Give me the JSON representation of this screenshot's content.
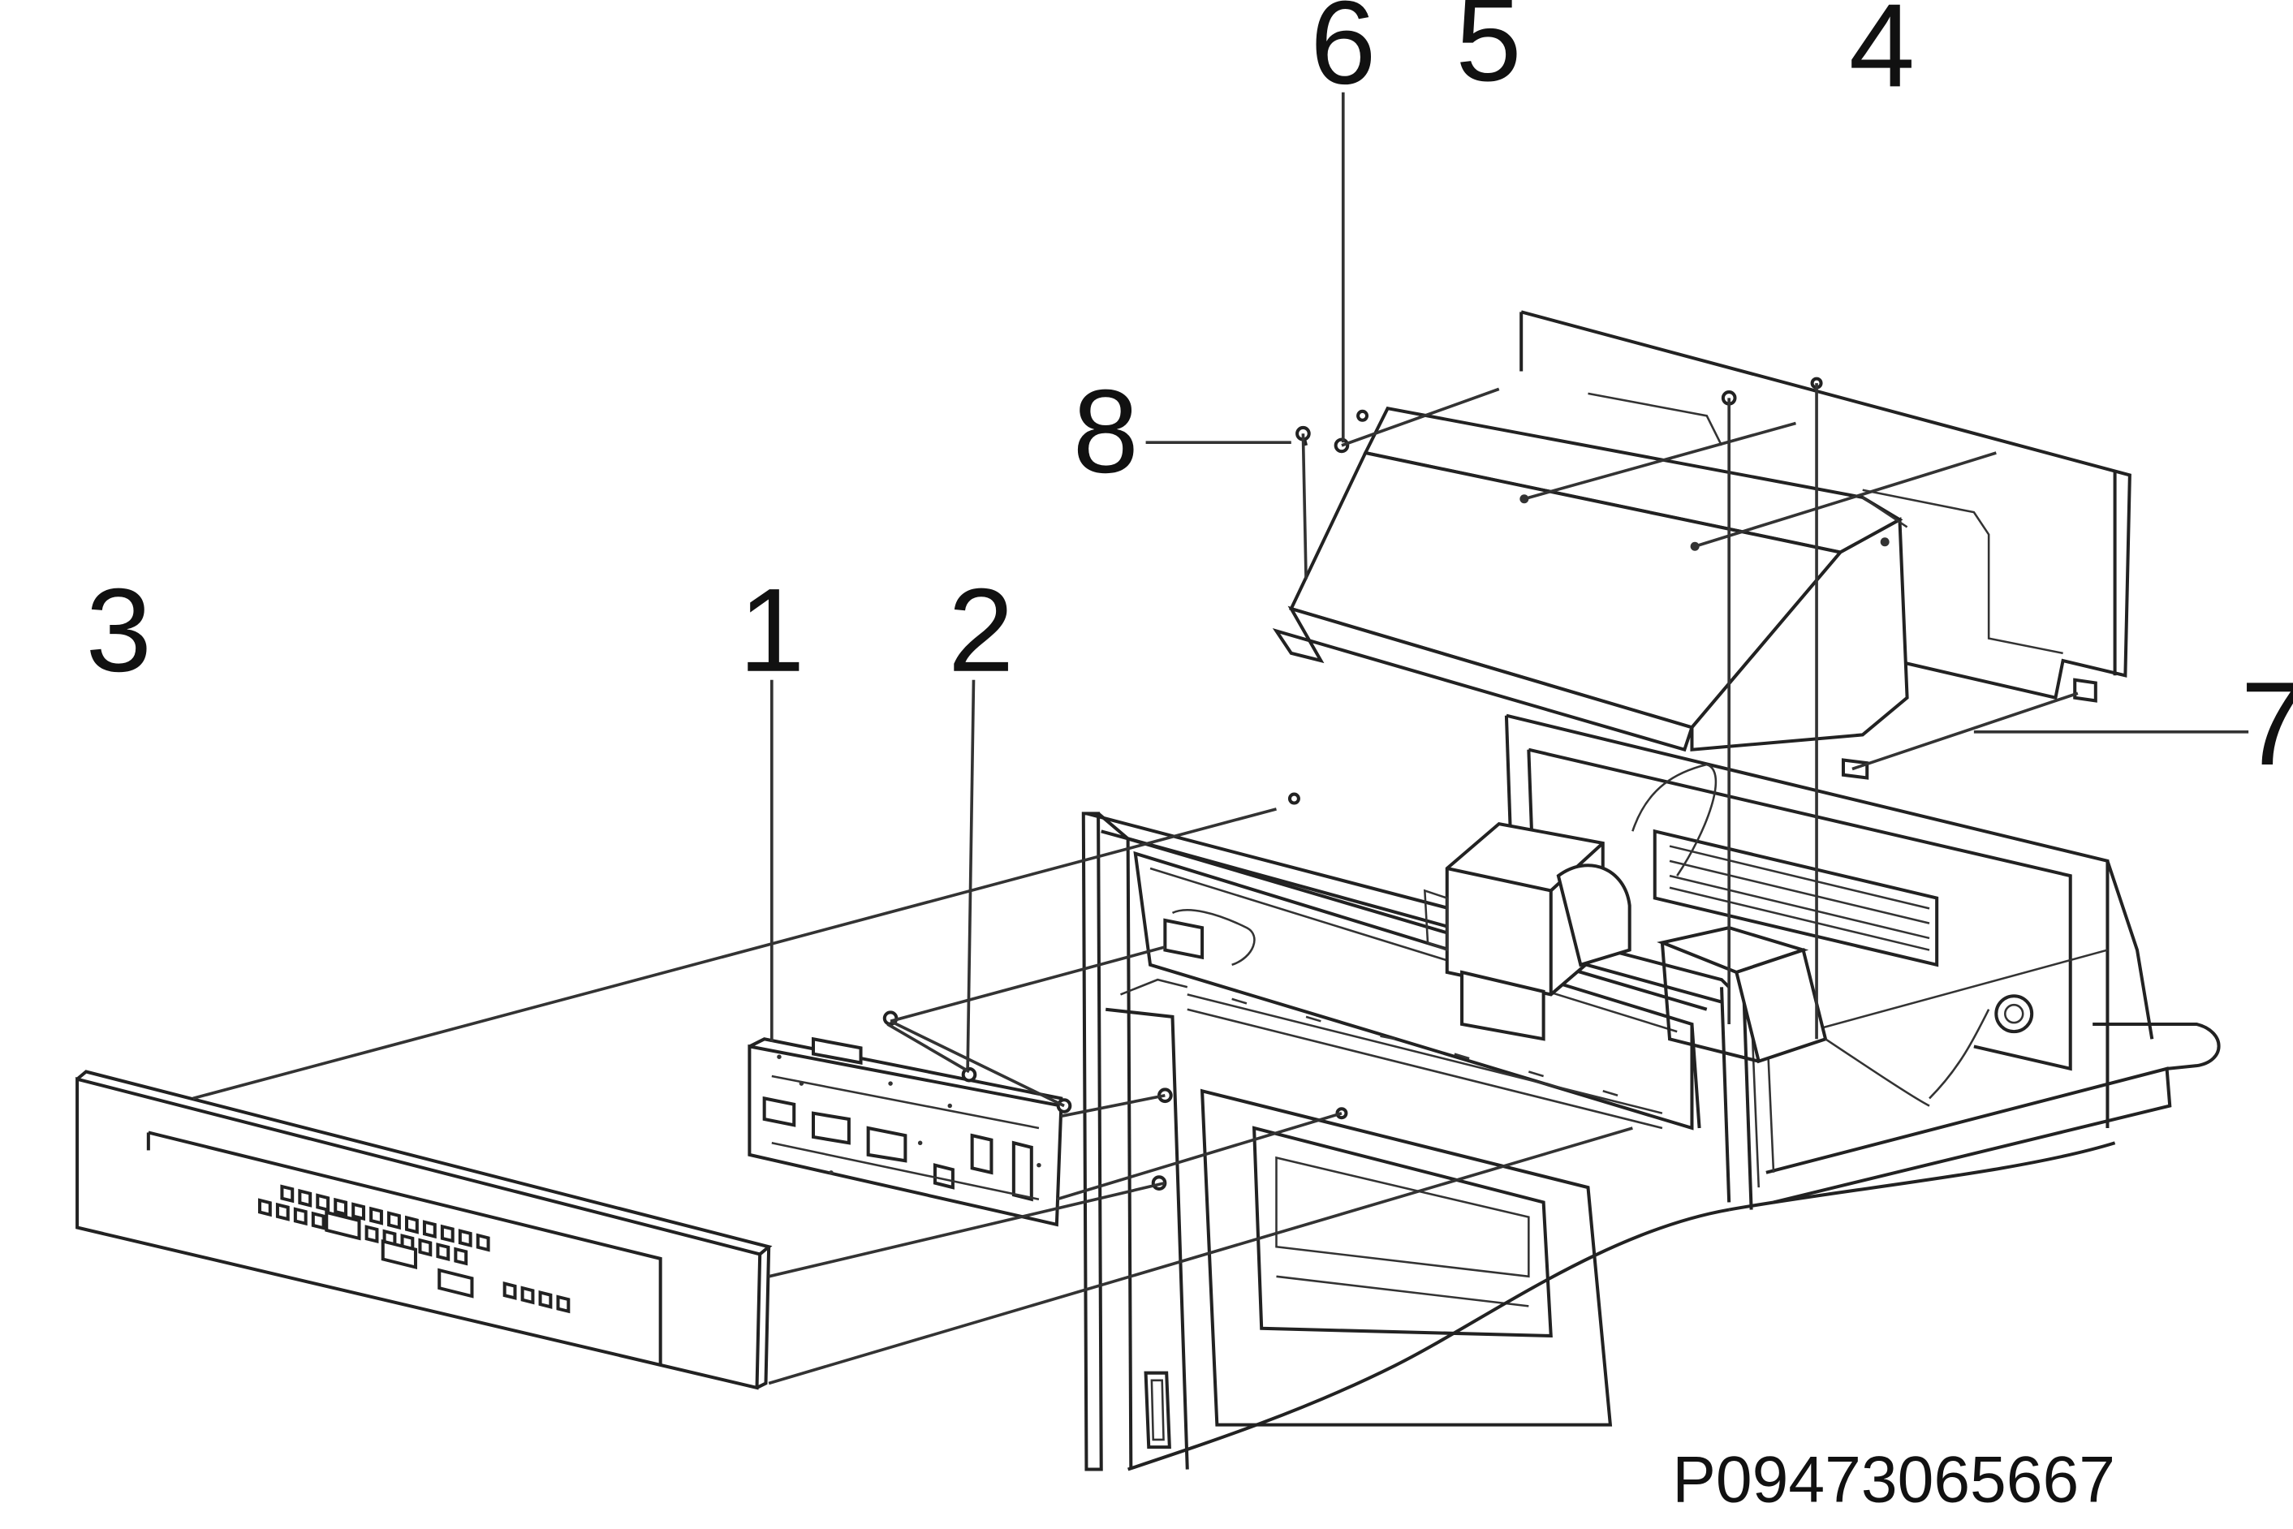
{
  "callouts": [
    {
      "id": "1",
      "label": "1"
    },
    {
      "id": "2",
      "label": "2"
    },
    {
      "id": "3",
      "label": "3"
    },
    {
      "id": "4",
      "label": "4"
    },
    {
      "id": "5",
      "label": "5"
    },
    {
      "id": "6",
      "label": "6"
    },
    {
      "id": "7",
      "label": "7"
    },
    {
      "id": "8",
      "label": "8"
    }
  ],
  "drawing_code": "P09473065667"
}
